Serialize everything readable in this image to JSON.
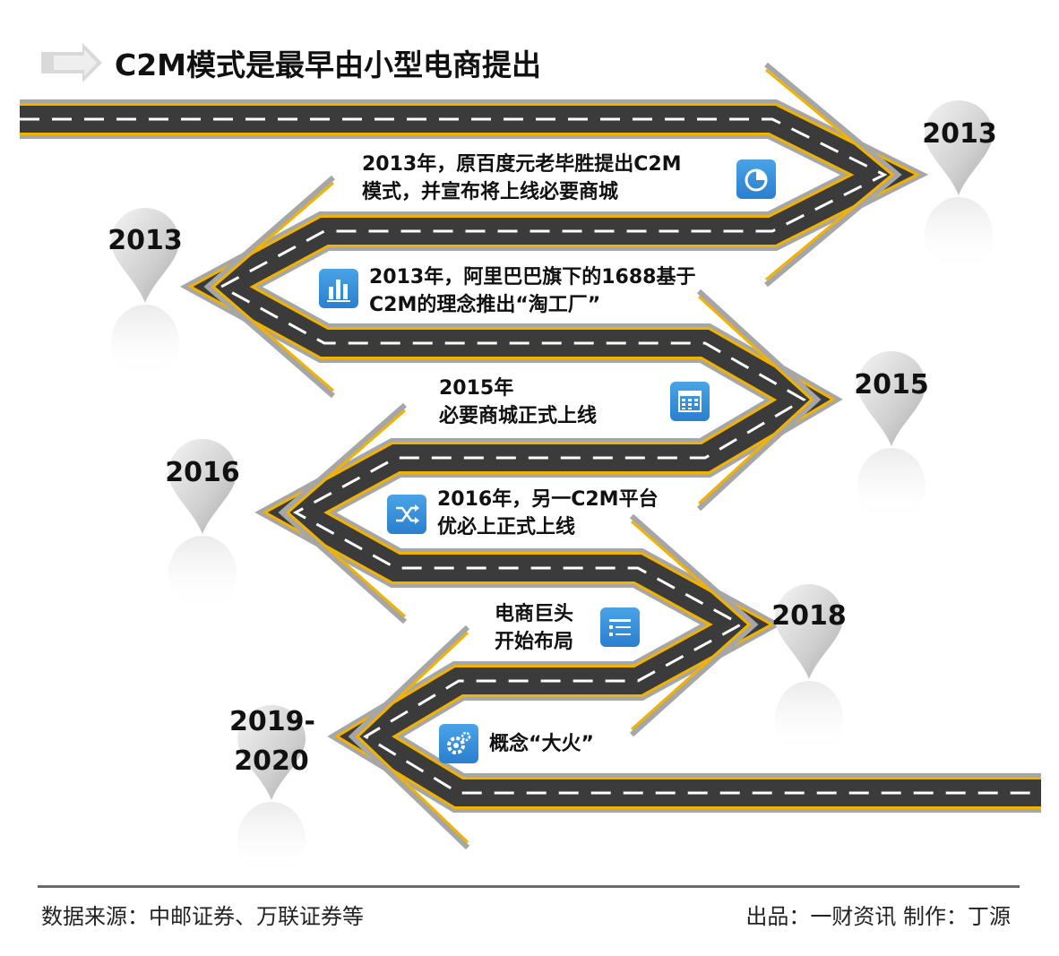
{
  "title": "C2M模式是最早由小型电商提出",
  "milestones": [
    {
      "year": "2013",
      "text_line1": "2013年，原百度元老毕胜提出C2M",
      "text_line2": "模式，并宣布将上线必要商城",
      "icon": "pie-chart-icon"
    },
    {
      "year": "2013",
      "text_line1": "2013年，阿里巴巴旗下的1688基于",
      "text_line2": "C2M的理念推出“淘工厂”",
      "icon": "bar-chart-icon"
    },
    {
      "year": "2015",
      "text_line1": "2015年",
      "text_line2": "必要商城正式上线",
      "icon": "calendar-icon"
    },
    {
      "year": "2016",
      "text_line1": "2016年，另一C2M平台",
      "text_line2": "优必上正式上线",
      "icon": "shuffle-icon"
    },
    {
      "year": "2018",
      "text_line1": "电商巨头",
      "text_line2": "开始布局",
      "icon": "list-icon"
    },
    {
      "year_line1": "2019-",
      "year_line2": "2020",
      "text_line1": "概念“大火”",
      "icon": "gear-icon"
    }
  ],
  "footer": {
    "source": "数据来源：中邮证券、万联证券等",
    "credit": "出品：一财资讯  制作：丁源"
  },
  "colors": {
    "road": "#3c3c3c",
    "road_edge": "#a8a8a8",
    "yellow_line": "#f2b200",
    "dash": "#ffffff",
    "icon_blue": "#3a8fda",
    "pin": "#c8c8c8"
  }
}
